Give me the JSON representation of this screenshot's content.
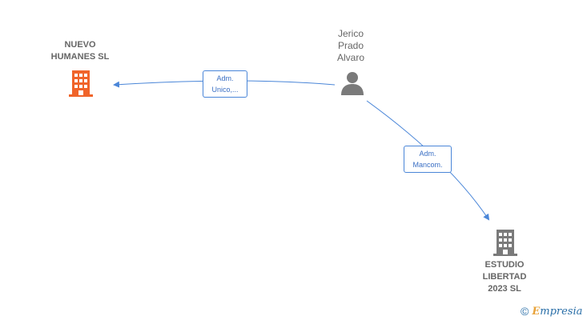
{
  "nodes": {
    "nuevo_humanes": {
      "label": "NUEVO\nHUMANES  SL",
      "icon": "building-icon",
      "color": "#f0642a"
    },
    "jerico": {
      "label": "Jerico\nPrado\nAlvaro",
      "icon": "person-icon",
      "color": "#7a7a7a"
    },
    "estudio_libertad": {
      "label": "ESTUDIO\nLIBERTAD\n2023  SL",
      "icon": "building-icon",
      "color": "#7a7a7a"
    }
  },
  "edges": [
    {
      "from": "jerico",
      "to": "nuevo_humanes",
      "line1": "Adm.",
      "line2": "Unico,..."
    },
    {
      "from": "jerico",
      "to": "estudio_libertad",
      "line1": "Adm.",
      "line2": "Mancom."
    }
  ],
  "edge_color": "#4a86d8",
  "watermark": {
    "copyright": "©",
    "initial": "E",
    "rest": "mpresia"
  }
}
